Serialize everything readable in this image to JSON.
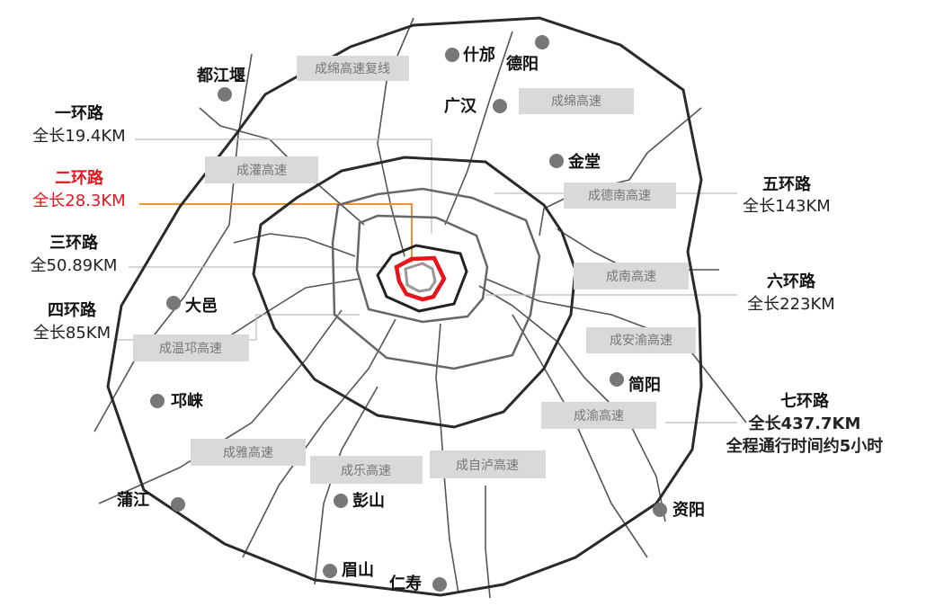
{
  "colors": {
    "highlight": "#e8141c",
    "leader_highlight": "#f0922e",
    "ring_dark": "#2a2a2a",
    "ring_gray": "#777777",
    "box": "#d9d9d9"
  },
  "rings": [
    {
      "name": "一环路",
      "length": "全长19.4KM"
    },
    {
      "name": "二环路",
      "length": "全长28.3KM"
    },
    {
      "name": "三环路",
      "length": "全50.89KM"
    },
    {
      "name": "四环路",
      "length": "全长85KM"
    },
    {
      "name": "五环路",
      "length": "全长143KM"
    },
    {
      "name": "六环路",
      "length": "全长223KM"
    },
    {
      "name": "七环路",
      "length": "全长437.7KM",
      "note": "全程通行时间约5小时"
    }
  ],
  "highways": [
    "成绵高速复线",
    "成绵高速",
    "成灌高速",
    "成德南高速",
    "成南高速",
    "成安渝高速",
    "成温邛高速",
    "成渝高速",
    "成雅高速",
    "成乐高速",
    "成自泸高速"
  ],
  "cities": [
    "都江堰",
    "什邡",
    "德阳",
    "广汉",
    "金堂",
    "大邑",
    "邛崃",
    "蒲江",
    "彭山",
    "眉山",
    "仁寿",
    "简阳",
    "资阳"
  ]
}
